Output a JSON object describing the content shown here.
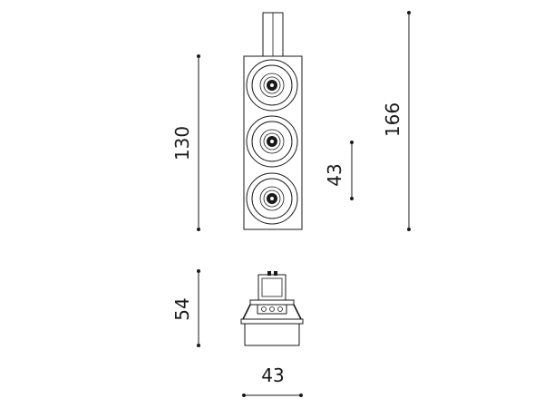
{
  "dimensions": {
    "top_height": "130",
    "total_height": "166",
    "spacing": "43",
    "side_height": "54",
    "side_width": "43"
  },
  "colors": {
    "line": "#1a1a1a",
    "background": "#ffffff"
  }
}
